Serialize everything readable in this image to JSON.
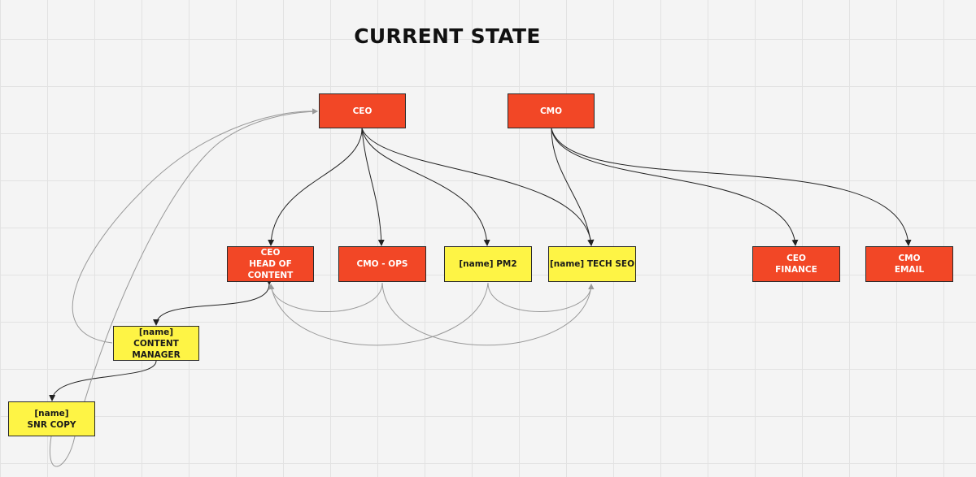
{
  "board": {
    "title": "CURRENT STATE"
  },
  "nodes": {
    "ceo": {
      "line1": "CEO",
      "line2": "",
      "color": "#f24726"
    },
    "cmo": {
      "line1": "CMO",
      "line2": "",
      "color": "#f24726"
    },
    "ceo_head_content": {
      "line1": "CEO",
      "line2": "HEAD OF CONTENT",
      "color": "#f24726"
    },
    "cmo_ops": {
      "line1": "CMO - OPS",
      "line2": "",
      "color": "#f24726"
    },
    "pm2": {
      "line1": "[name] PM2",
      "line2": "",
      "color": "#fef445"
    },
    "tech_seo": {
      "line1": "[name] TECH SEO",
      "line2": "",
      "color": "#fef445"
    },
    "ceo_finance": {
      "line1": "CEO",
      "line2": "FINANCE",
      "color": "#f24726"
    },
    "cmo_email": {
      "line1": "CMO",
      "line2": "EMAIL",
      "color": "#f24726"
    },
    "content_manager": {
      "line1": "[name]",
      "line2": "CONTENT MANAGER",
      "color": "#fef445"
    },
    "snr_copy": {
      "line1": "[name]",
      "line2": "SNR COPY",
      "color": "#fef445"
    }
  }
}
